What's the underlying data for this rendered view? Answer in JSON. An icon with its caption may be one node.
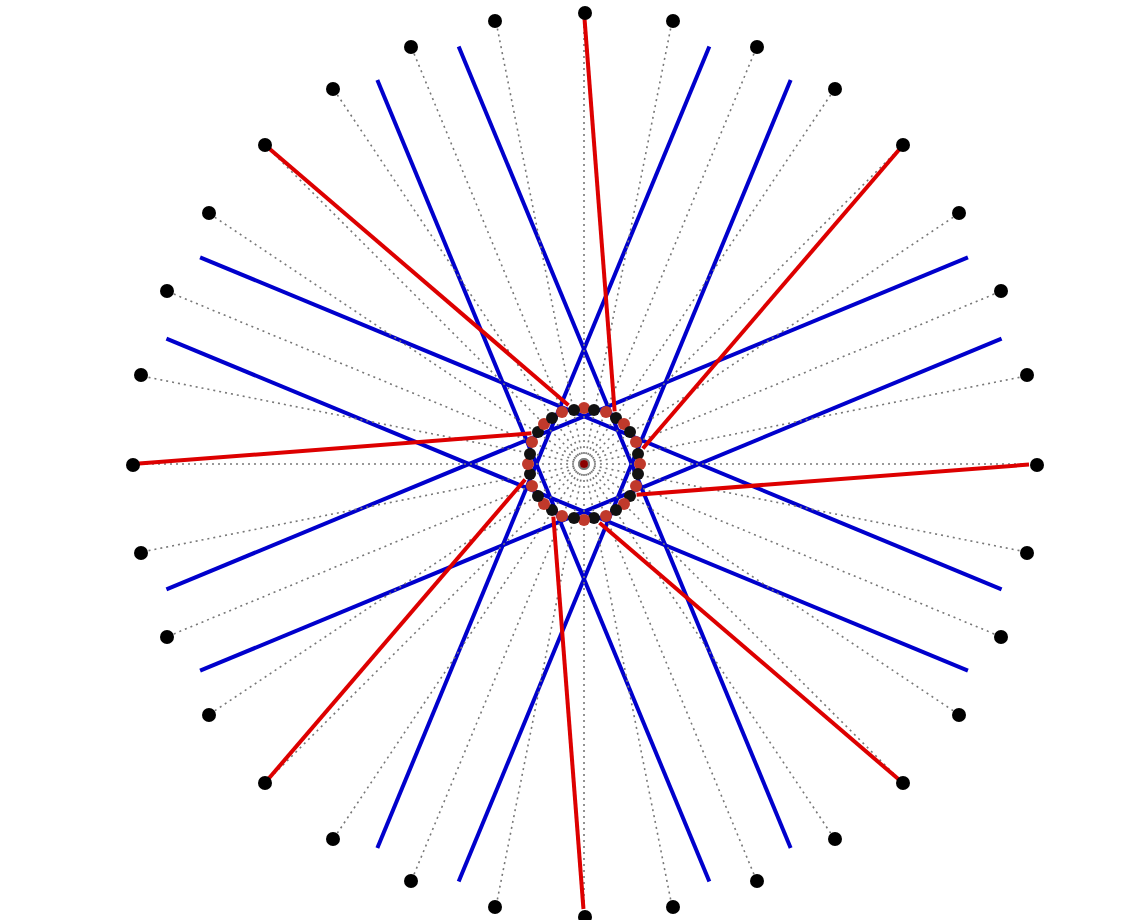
{
  "diagram": {
    "nodes": [
      {
        "text": [],
        "shape": "circle"
      },
      {
        "text": [],
        "shape": "circle"
      },
      {
        "text": [],
        "shape": "circle"
      },
      {
        "text": [],
        "shape": "circle"
      },
      {
        "text": [],
        "shape": "circle"
      },
      {
        "text": [],
        "shape": "circle"
      },
      {
        "text": [],
        "shape": "circle"
      },
      {
        "text": [],
        "shape": "circle"
      },
      {
        "text": [],
        "shape": "circle"
      },
      {
        "text": [],
        "shape": "circle"
      },
      {
        "text": [],
        "shape": "circle"
      },
      {
        "text": [],
        "shape": "circle"
      },
      {
        "text": [],
        "shape": "circle"
      },
      {
        "text": [],
        "shape": "circle"
      },
      {
        "text": [],
        "shape": "circle"
      },
      {
        "text": [],
        "shape": "circle"
      },
      {
        "text": [],
        "shape": "circle"
      },
      {
        "text": [],
        "shape": "circle"
      },
      {
        "text": [],
        "shape": "circle"
      },
      {
        "text": [],
        "shape": "circle"
      },
      {
        "text": [],
        "shape": "circle"
      },
      {
        "text": [],
        "shape": "circle"
      },
      {
        "text": [],
        "shape": "circle"
      },
      {
        "text": [],
        "shape": "circle"
      },
      {
        "text": [],
        "shape": "circle"
      },
      {
        "text": [],
        "shape": "circle"
      },
      {
        "text": [],
        "shape": "circle"
      },
      {
        "text": [],
        "shape": "circle"
      },
      {
        "text": [],
        "shape": "circle"
      },
      {
        "text": [],
        "shape": "circle"
      },
      {
        "text": [],
        "shape": "circle"
      },
      {
        "text": [],
        "shape": "circle"
      },
      {
        "text": [],
        "shape": "circle"
      },
      {
        "text": [],
        "shape": "circle"
      },
      {
        "text": [],
        "shape": "circle"
      },
      {
        "text": [],
        "shape": "circle"
      },
      {
        "text": [],
        "shape": "circle"
      },
      {
        "text": [],
        "shape": "circle"
      },
      {
        "text": [],
        "shape": "circle"
      },
      {
        "text": [],
        "shape": "circle"
      },
      {
        "text": [],
        "shape": "circle"
      },
      {
        "text": [],
        "shape": "circle"
      },
      {
        "text": [],
        "shape": "circle"
      },
      {
        "text": [],
        "shape": "circle"
      },
      {
        "text": [],
        "shape": "circle"
      },
      {
        "text": [],
        "shape": "circle"
      },
      {
        "text": [],
        "shape": "circle"
      },
      {
        "text": [],
        "shape": "circle"
      },
      {
        "text": [],
        "shape": "circle"
      },
      {
        "text": [],
        "shape": "circle"
      },
      {
        "text": [],
        "shape": "circle"
      },
      {
        "text": [],
        "shape": "circle"
      },
      {
        "text": [],
        "shape": "circle"
      },
      {
        "text": [],
        "shape": "circle"
      },
      {
        "text": [],
        "shape": "circle"
      },
      {
        "text": [],
        "shape": "circle"
      },
      {
        "text": [],
        "shape": "circle"
      },
      {
        "text": [],
        "shape": "circle"
      },
      {
        "text": [],
        "shape": "circle"
      },
      {
        "text": [],
        "shape": "circle"
      },
      {
        "text": [],
        "shape": "circle"
      },
      {
        "text": [],
        "shape": "circle"
      },
      {
        "text": [],
        "shape": "circle"
      },
      {
        "text": [],
        "shape": "circle"
      },
      {
        "text": [],
        "shape": "circle"
      }
    ],
    "edges": [
      {
        "from": 0,
        "to": 1,
        "arrow": "none",
        "style": "dashed"
      },
      {
        "from": 0,
        "to": 2,
        "arrow": "none",
        "style": "dashed"
      },
      {
        "from": 0,
        "to": 3,
        "arrow": "none",
        "style": "dashed"
      },
      {
        "from": 0,
        "to": 4,
        "arrow": "none",
        "style": "dashed"
      },
      {
        "from": 0,
        "to": 5,
        "arrow": "none",
        "style": "dashed"
      },
      {
        "from": 0,
        "to": 6,
        "arrow": "none",
        "style": "dashed"
      },
      {
        "from": 0,
        "to": 7,
        "arrow": "none",
        "style": "dashed"
      },
      {
        "from": 0,
        "to": 8,
        "arrow": "none",
        "style": "dashed"
      },
      {
        "from": 0,
        "to": 9,
        "arrow": "none",
        "style": "dashed"
      },
      {
        "from": 0,
        "to": 10,
        "arrow": "none",
        "style": "dashed"
      },
      {
        "from": 0,
        "to": 11,
        "arrow": "none",
        "style": "dashed"
      },
      {
        "from": 0,
        "to": 12,
        "arrow": "none",
        "style": "dashed"
      },
      {
        "from": 0,
        "to": 13,
        "arrow": "none",
        "style": "dashed"
      },
      {
        "from": 0,
        "to": 14,
        "arrow": "none",
        "style": "dashed"
      },
      {
        "from": 0,
        "to": 15,
        "arrow": "none",
        "style": "dashed"
      },
      {
        "from": 0,
        "to": 16,
        "arrow": "none",
        "style": "dashed"
      },
      {
        "from": 0,
        "to": 17,
        "arrow": "none",
        "style": "dashed"
      },
      {
        "from": 0,
        "to": 18,
        "arrow": "none",
        "style": "dashed"
      },
      {
        "from": 0,
        "to": 19,
        "arrow": "none",
        "style": "dashed"
      },
      {
        "from": 0,
        "to": 20,
        "arrow": "none",
        "style": "dashed"
      },
      {
        "from": 0,
        "to": 21,
        "arrow": "none",
        "style": "dashed"
      },
      {
        "from": 0,
        "to": 22,
        "arrow": "none",
        "style": "dashed"
      },
      {
        "from": 0,
        "to": 23,
        "arrow": "none",
        "style": "dashed"
      },
      {
        "from": 0,
        "to": 24,
        "arrow": "none",
        "style": "dashed"
      },
      {
        "from": 0,
        "to": 25,
        "arrow": "none",
        "style": "dashed"
      },
      {
        "from": 0,
        "to": 26,
        "arrow": "none",
        "style": "dashed"
      },
      {
        "from": 0,
        "to": 27,
        "arrow": "none",
        "style": "dashed"
      },
      {
        "from": 0,
        "to": 28,
        "arrow": "none",
        "style": "dashed"
      },
      {
        "from": 0,
        "to": 29,
        "arrow": "none",
        "style": "dashed"
      },
      {
        "from": 0,
        "to": 30,
        "arrow": "none",
        "style": "dashed"
      },
      {
        "from": 0,
        "to": 31,
        "arrow": "none",
        "style": "dashed"
      },
      {
        "from": 0,
        "to": 32,
        "arrow": "none",
        "style": "dashed"
      },
      {
        "from": 1,
        "to": 36,
        "arrow": "none",
        "color": "#dd0000"
      },
      {
        "from": 5,
        "to": 40,
        "arrow": "none",
        "color": "#dd0000"
      },
      {
        "from": 9,
        "to": 44,
        "arrow": "none",
        "color": "#dd0000"
      },
      {
        "from": 13,
        "to": 48,
        "arrow": "none",
        "color": "#dd0000"
      },
      {
        "from": 17,
        "to": 52,
        "arrow": "none",
        "color": "#dd0000"
      },
      {
        "from": 21,
        "to": 56,
        "arrow": "none",
        "color": "#dd0000"
      },
      {
        "from": 25,
        "to": 60,
        "arrow": "none",
        "color": "#dd0000"
      },
      {
        "from": 29,
        "to": 64,
        "arrow": "none",
        "color": "#dd0000"
      }
    ]
  }
}
